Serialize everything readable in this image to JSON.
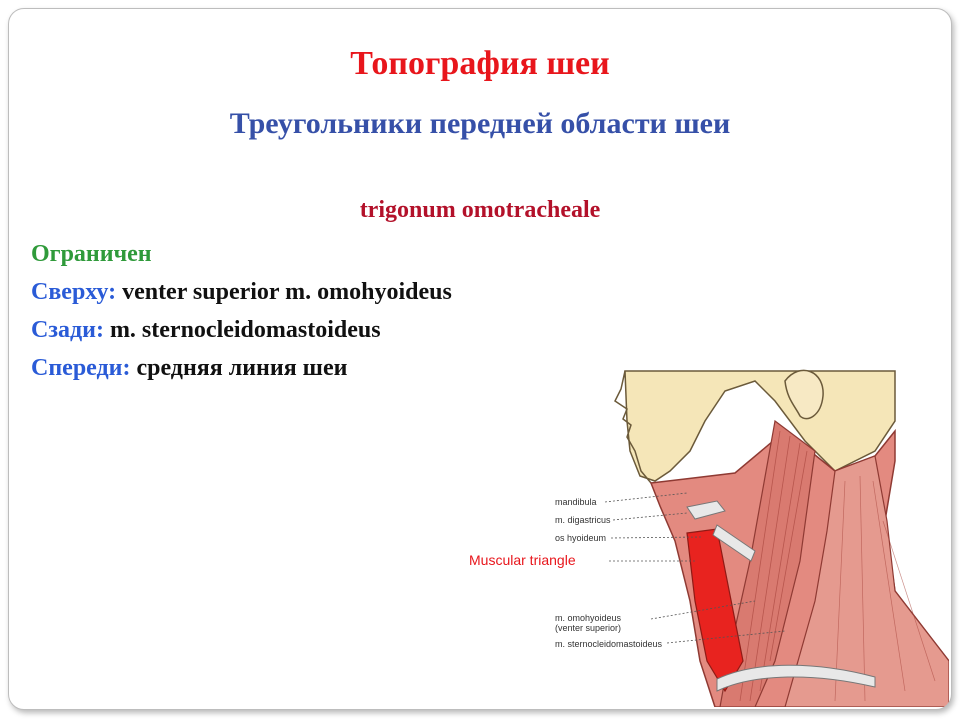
{
  "slide": {
    "title": "Топография шеи",
    "subtitle": "Треугольники передней области шеи",
    "term": "trigonum omotracheale",
    "bounded_label": "Ограничен",
    "boundaries": [
      {
        "side": "Сверху:",
        "structure": "venter superior m. omohyoideus"
      },
      {
        "side": "Сзади:",
        "structure": "m. sternocleidomastoideus"
      },
      {
        "side": "Спереди:",
        "structure": "средняя линия шеи"
      }
    ]
  },
  "figure": {
    "labels": {
      "mandibula": "mandibula",
      "digastricus": "m. digastricus",
      "hyoideum": "os hyoideum",
      "triangle": "Muscular triangle",
      "omohyoideus": "m. omohyoideus",
      "omohyoideus_sub": "(venter superior)",
      "scm": "m. sternocleidomastoideus"
    },
    "colors": {
      "skin": "#f5e6b8",
      "muscle": "#e38a80",
      "muscle_dark": "#b9463f",
      "triangle": "#e8231f",
      "tendon": "#e8e8e8",
      "label_red": "#e8161c"
    }
  }
}
